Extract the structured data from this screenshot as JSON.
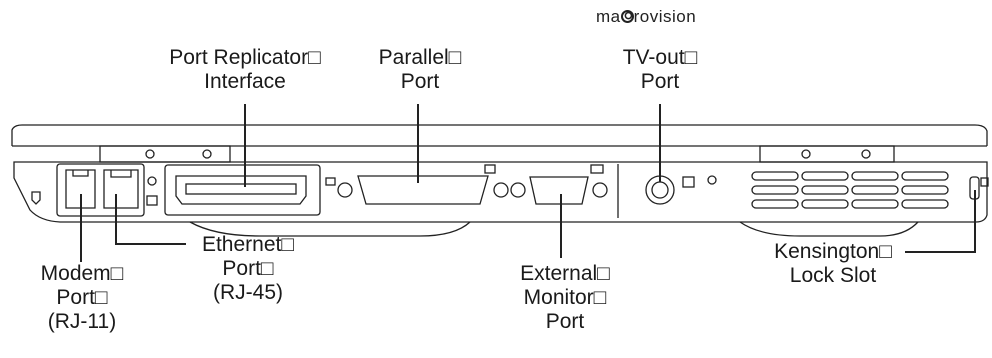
{
  "brand": {
    "prefix": "ma",
    "suffix": "rovision"
  },
  "labels": {
    "port_replicator": [
      "Port Replicator□",
      "Interface"
    ],
    "parallel": [
      "Parallel□",
      "Port"
    ],
    "tv_out": [
      "TV-out□",
      "Port"
    ],
    "ethernet": [
      "Ethernet□",
      "Port□",
      "(RJ-45)"
    ],
    "modem": [
      "Modem□",
      "Port□",
      "(RJ-11)"
    ],
    "external_monitor": [
      "External□",
      "Monitor□",
      "Port"
    ],
    "kensington": [
      "Kensington□",
      "Lock Slot"
    ]
  }
}
